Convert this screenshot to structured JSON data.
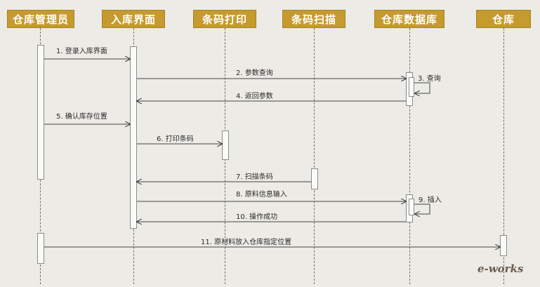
{
  "participants": [
    {
      "id": "admin",
      "label": "仓库管理员"
    },
    {
      "id": "ui",
      "label": "入库界面"
    },
    {
      "id": "print",
      "label": "条码打印"
    },
    {
      "id": "scan",
      "label": "条码扫描"
    },
    {
      "id": "db",
      "label": "仓库数据库"
    },
    {
      "id": "wh",
      "label": "仓库"
    }
  ],
  "messages": [
    {
      "label": "1. 登录入库界面",
      "from": "admin",
      "to": "ui"
    },
    {
      "label": "2. 参数查询",
      "from": "ui",
      "to": "db"
    },
    {
      "label": "3. 查询",
      "from": "db",
      "to": "db",
      "self": true
    },
    {
      "label": "4. 返回参数",
      "from": "db",
      "to": "ui"
    },
    {
      "label": "5. 确认库存位置",
      "from": "admin",
      "to": "ui"
    },
    {
      "label": "6. 打印条码",
      "from": "ui",
      "to": "print"
    },
    {
      "label": "7. 扫描条码",
      "from": "scan",
      "to": "ui"
    },
    {
      "label": "8. 原料信息输入",
      "from": "ui",
      "to": "db"
    },
    {
      "label": "9. 插入",
      "from": "db",
      "to": "db",
      "self": true
    },
    {
      "label": "10. 操作成功",
      "from": "db",
      "to": "ui"
    },
    {
      "label": "11. 原材料放入仓库指定位置",
      "from": "admin",
      "to": "wh"
    }
  ],
  "watermark": "e-works",
  "colors": {
    "header": "#c59a2e",
    "line": "#555555",
    "background": "#ecebe6"
  }
}
